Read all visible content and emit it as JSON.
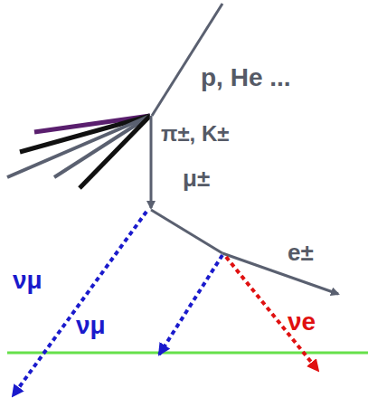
{
  "diagram": {
    "labels": [
      "p, He ...",
      "π±, K±",
      "μ±",
      "e±",
      "νμ",
      "νμ",
      "νe"
    ]
  }
}
